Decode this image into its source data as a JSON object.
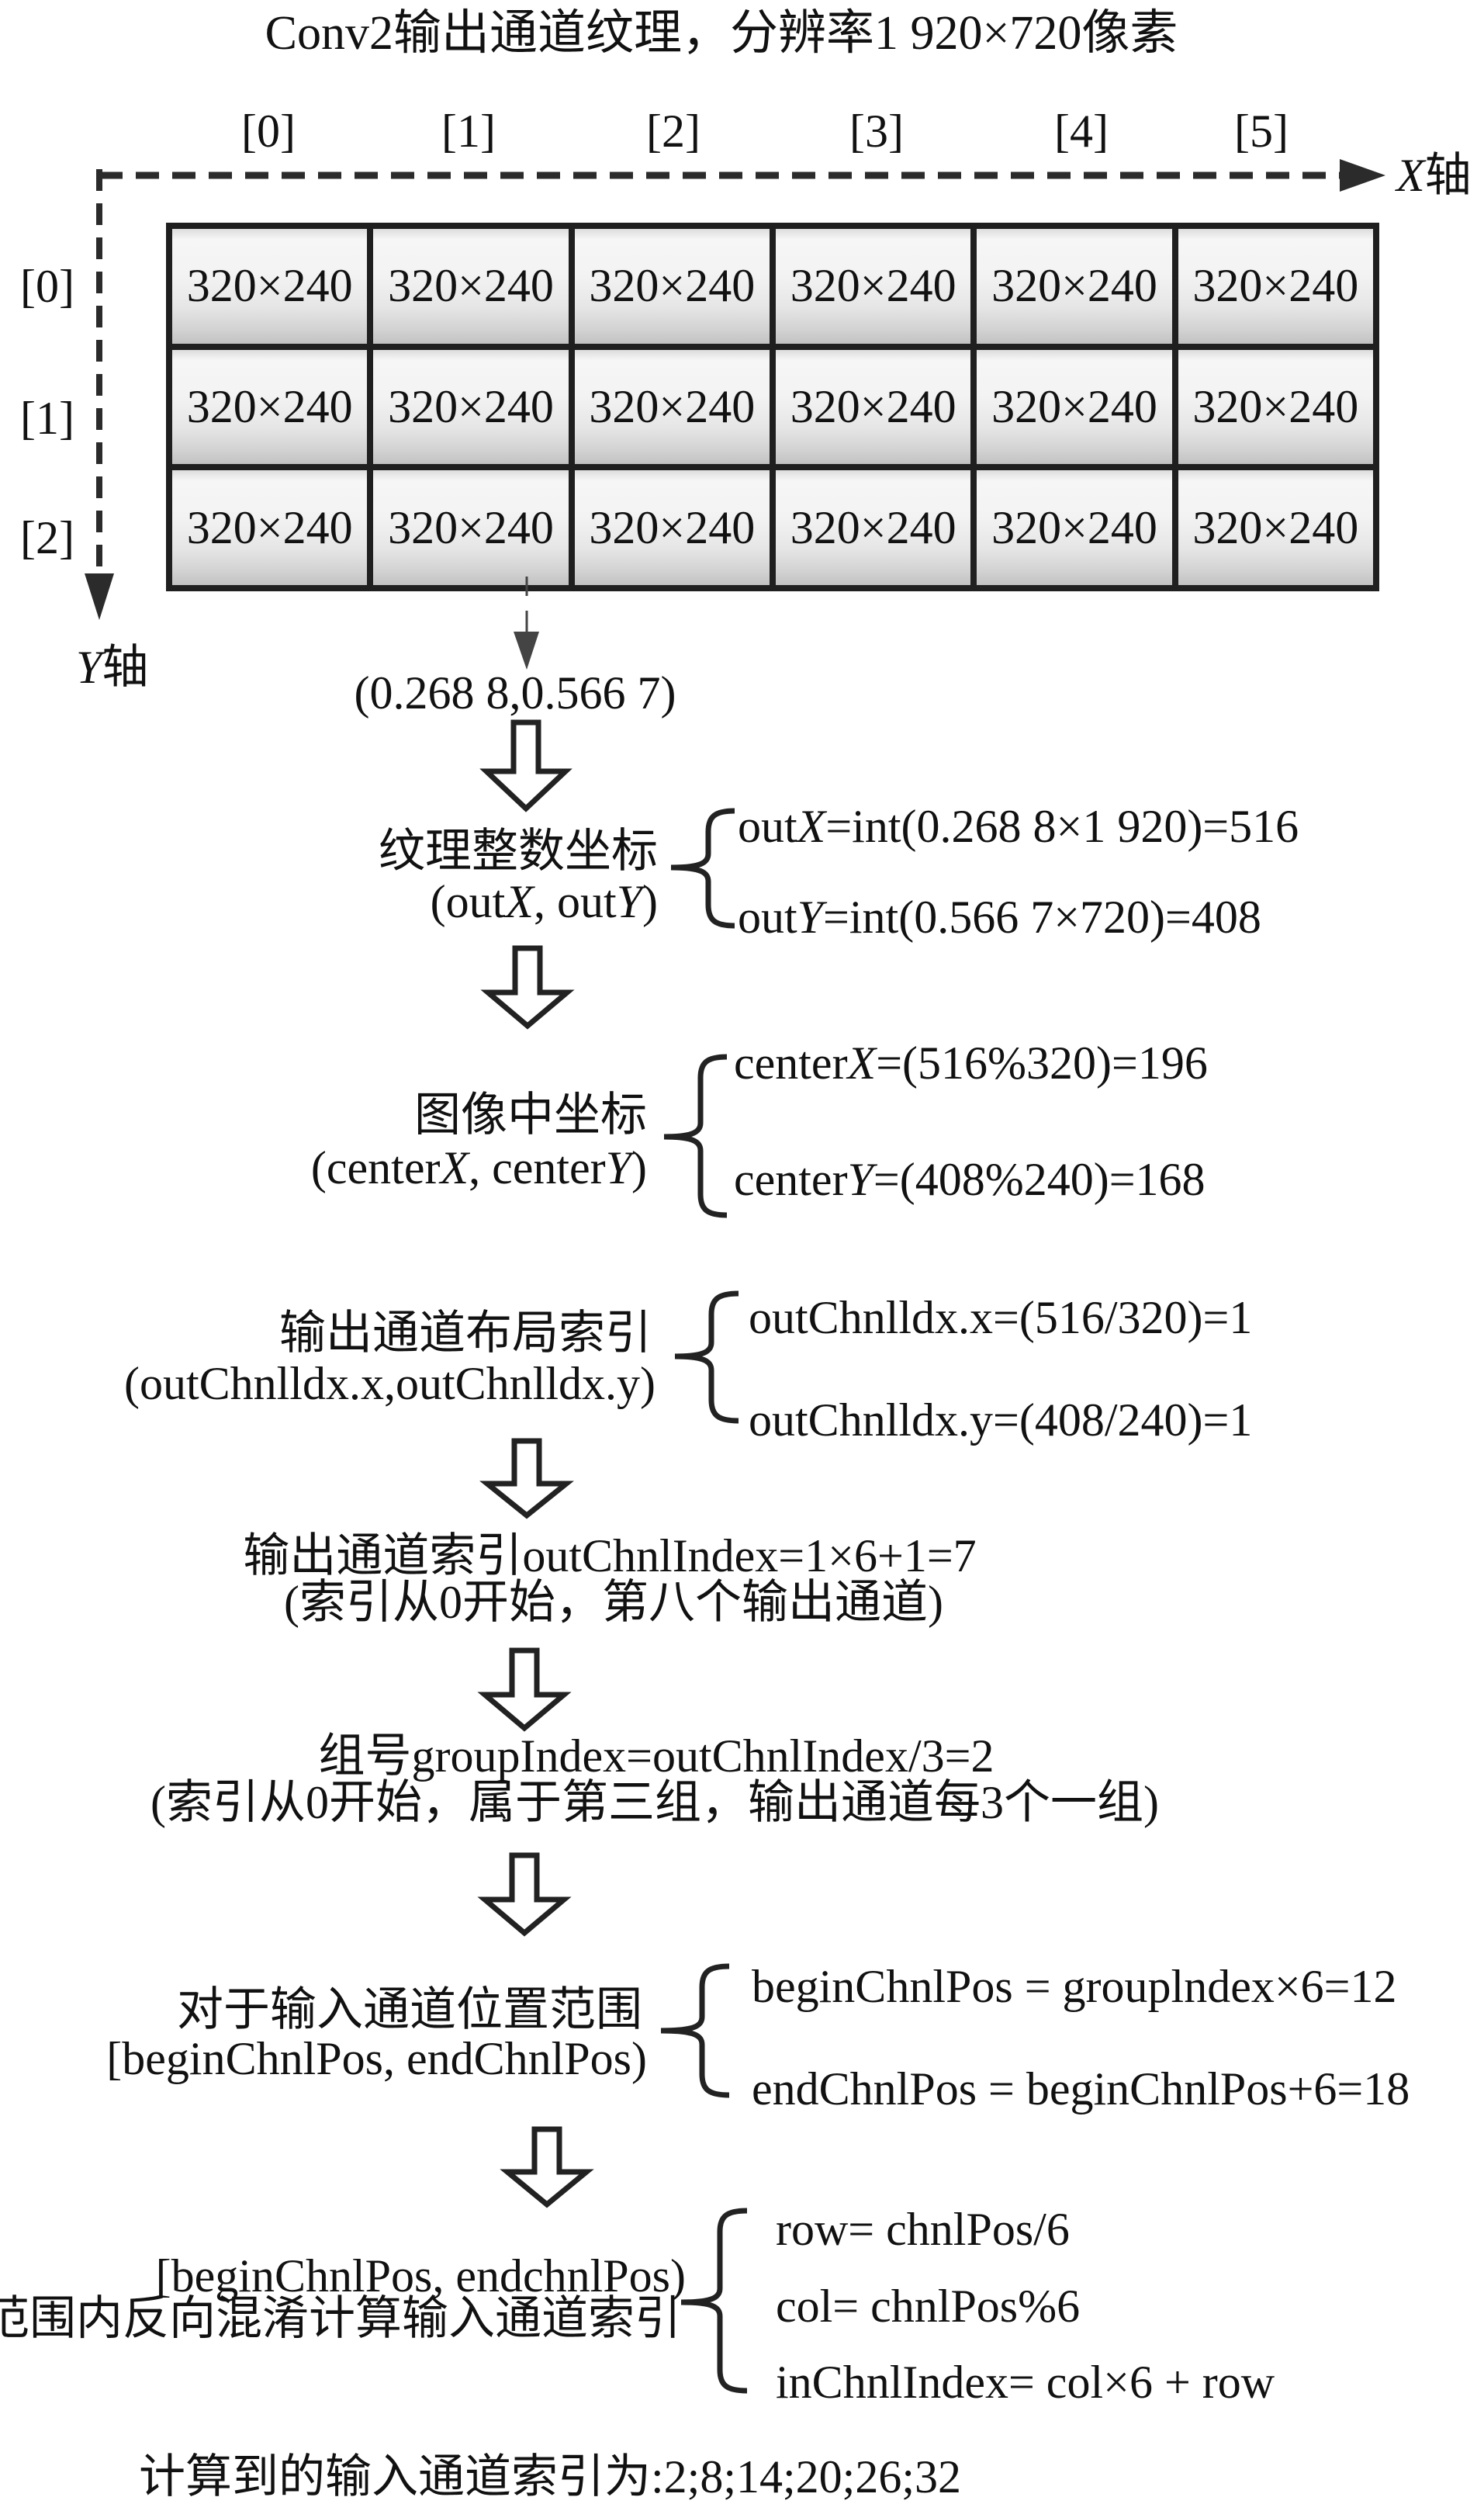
{
  "title": "Conv2输出通道纹理，分辨率1 920×720像素",
  "grid": {
    "column_labels": [
      "[0]",
      "[1]",
      "[2]",
      "[3]",
      "[4]",
      "[5]"
    ],
    "row_labels": [
      "[0]",
      "[1]",
      "[2]"
    ],
    "cells": [
      [
        "320×240",
        "320×240",
        "320×240",
        "320×240",
        "320×240",
        "320×240"
      ],
      [
        "320×240",
        "320×240",
        "320×240",
        "320×240",
        "320×240",
        "320×240"
      ],
      [
        "320×240",
        "320×240",
        "320×240",
        "320×240",
        "320×240",
        "320×240"
      ]
    ],
    "x_axis": {
      "var": "X",
      "suffix": "轴"
    },
    "y_axis": {
      "var": "Y",
      "suffix": "轴"
    }
  },
  "sample_point": "(0.268 8,0.566 7)",
  "steps": [
    {
      "label": "纹理整数坐标",
      "sublabel": [
        "(out",
        "X",
        ", out",
        "Y",
        ")"
      ],
      "formulas": [
        [
          "out",
          "X",
          "=int(0.268 8×1 920)=516"
        ],
        [
          "out",
          "Y",
          "=int(0.566 7×720)=408"
        ]
      ]
    },
    {
      "label": "图像中坐标",
      "sublabel": [
        "(center",
        "X",
        ", center",
        "Y",
        ")"
      ],
      "formulas": [
        [
          "center",
          "X",
          "=(516%320)=196"
        ],
        [
          "center",
          "Y",
          "=(408%240)=168"
        ]
      ]
    },
    {
      "label": "输出通道布局索引",
      "sublabel": "(outChnlldx.x,outChnlldx.y)",
      "formulas": [
        "outChnlldx.x=(516/320)=1",
        "outChnlldx.y=(408/240)=1"
      ]
    },
    {
      "lines": [
        "输出通道索引outChnlIndex=1×6+1=7",
        "(索引从0开始，第八个输出通道)"
      ]
    },
    {
      "lines": [
        "组号groupIndex=outChnlIndex/3=2",
        "(索引从0开始，属于第三组，输出通道每3个一组)"
      ]
    },
    {
      "label": "对于输入通道位置范围",
      "sublabel": "[beginChnlPos, endChnlPos)",
      "formulas": [
        "beginChnlPos = grouplndex×6=12",
        "endChnlPos = beginChnlPos+6=18"
      ]
    },
    {
      "label_lines": [
        "[beginChnlPos, endchnlPos)",
        "范围内反向混淆计算输入通道索引"
      ],
      "formulas": [
        "row= chnlPos/6",
        "col= chnlPos%6",
        "inChnlIndex= col×6 + row"
      ]
    }
  ],
  "result": "计算到的输入通道索引为:2;8;14;20;26;32"
}
